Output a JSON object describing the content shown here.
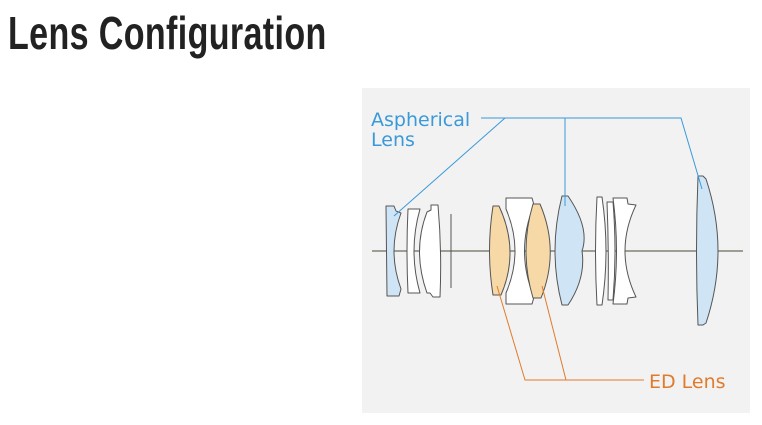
{
  "page": {
    "title": "Lens Configuration"
  },
  "diagram": {
    "labels": {
      "aspherical_line1": "Aspherical",
      "aspherical_line2": "Lens",
      "ed": "ED Lens"
    },
    "colors": {
      "aspherical": "#3a9ad9",
      "aspherical_fill": "#cfe5f5",
      "ed": "#e07b2c",
      "ed_fill": "#f7d9a8",
      "outline": "#555555",
      "axis": "#6b6b5e",
      "background": "#f2f2f2"
    }
  }
}
